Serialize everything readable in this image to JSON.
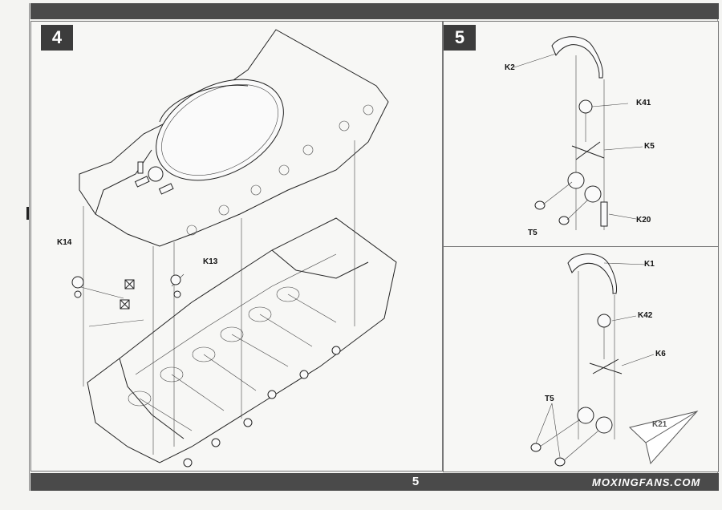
{
  "page": {
    "number": "5"
  },
  "steps": {
    "s4": {
      "number": "4",
      "labels": {
        "k14": "K14",
        "k13": "K13"
      }
    },
    "s5": {
      "number": "5",
      "upper": {
        "k2": "K2",
        "k41": "K41",
        "k5": "K5",
        "k20": "K20",
        "t5": "T5"
      },
      "lower": {
        "k1": "K1",
        "k42": "K42",
        "k6": "K6",
        "t5": "T5",
        "k21": "K21"
      }
    }
  },
  "watermark": {
    "text": "MOXINGFANS.COM"
  }
}
